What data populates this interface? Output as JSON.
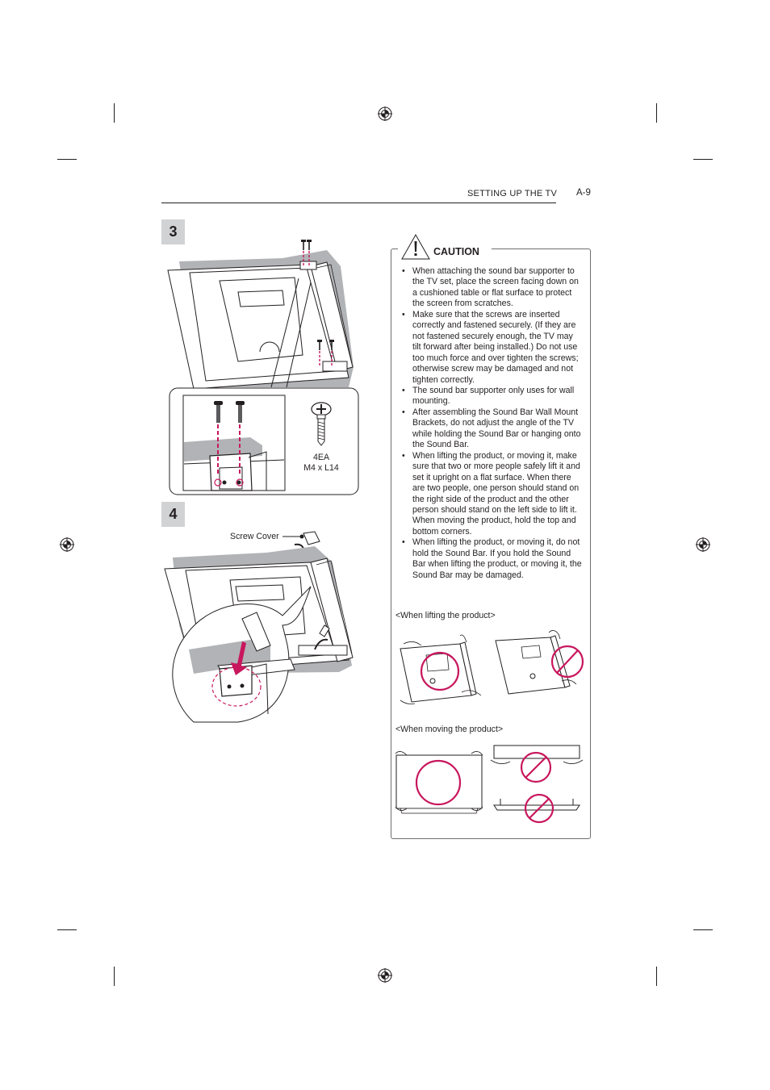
{
  "header": {
    "section_title": "SETTING UP THE TV",
    "page_number": "A-9"
  },
  "steps": [
    {
      "number": "3",
      "screw_quantity": "4EA",
      "screw_spec": "M4 x L14"
    },
    {
      "number": "4",
      "screw_cover_label": "Screw Cover"
    }
  ],
  "caution": {
    "title": "CAUTION",
    "items": [
      "When attaching the sound bar supporter to the TV set, place the screen facing down on a cushioned table or flat surface to protect the screen from scratches.",
      "Make sure that the screws are inserted correctly and fastened securely. (If they are not fastened securely enough, the TV may tilt forward after being installed.) Do not use too much force and over tighten the screws; otherwise screw may be damaged and not tighten correctly.",
      "The sound bar supporter only uses for wall mounting.",
      "After assembling the Sound Bar Wall Mount Brackets, do not adjust the angle of the TV while holding the Sound Bar or hanging onto the Sound Bar.",
      "When lifting the product, or moving it, make sure that two or more people safely lift it and set it upright on a flat surface. When there are two people, one person should stand on the right side of the product and the other person should stand on the left side to lift it. When moving the product, hold the top and bottom corners.",
      "When lifting the product, or moving it, do not hold the Sound Bar. If you hold the Sound Bar when lifting the product, or moving it, the Sound Bar may be damaged."
    ],
    "lifting_caption": "<When lifting the product>",
    "moving_caption": "<When moving the product>"
  },
  "colors": {
    "accent": "#c8175d",
    "text": "#231f20",
    "badge": "#d1d2d4",
    "shadow": "#b1b3b6"
  },
  "icons": [
    "registration-mark-icon",
    "warning-triangle-icon",
    "screw-icon",
    "arrow-down-icon",
    "prohibited-icon",
    "ok-circle-icon"
  ]
}
